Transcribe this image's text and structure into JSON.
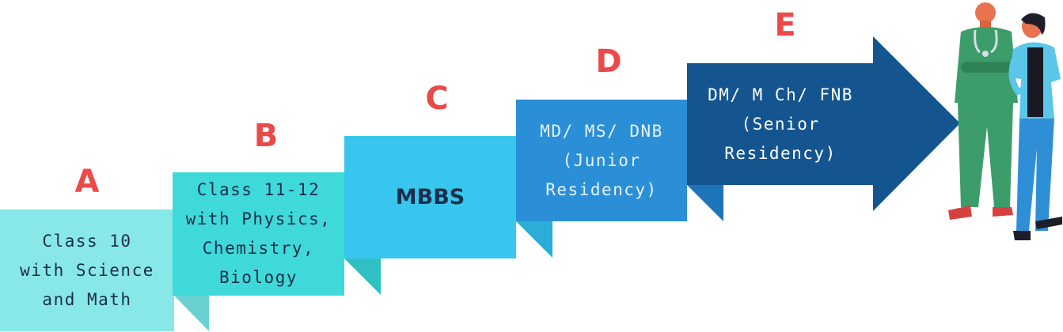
{
  "steps": [
    {
      "letter": "A",
      "label": "Class 10\nwith Science\nand Math",
      "color": "#88e8e8",
      "fold_color": "#69d1d1"
    },
    {
      "letter": "B",
      "label": "Class 11-12\nwith Physics,\nChemistry,\nBiology",
      "color": "#3fd9d9",
      "fold_color": "#2fc0c3"
    },
    {
      "letter": "C",
      "label": "MBBS",
      "color": "#39c6ee",
      "fold_color": "#2aaed7"
    },
    {
      "letter": "D",
      "label": "MD/ MS/ DNB\n(Junior\nResidency)",
      "color": "#2a8fd6",
      "fold_color": "#1e74b8"
    },
    {
      "letter": "E",
      "label": "DM/ M Ch/ FNB\n(Senior\nResidency)",
      "color": "#14558f",
      "fold_color": "#0e416f"
    }
  ],
  "accent_letter_color": "#ea4a4a",
  "illustration": {
    "subject": "two doctors standing (man in green scrubs with stethoscope, woman in blue coat)"
  }
}
